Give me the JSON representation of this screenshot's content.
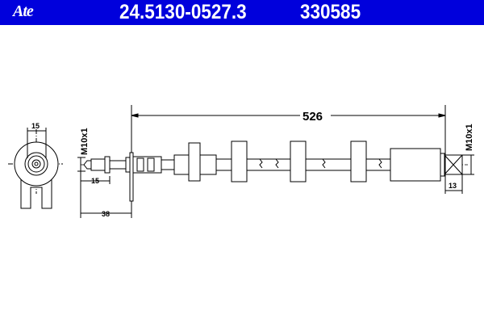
{
  "header": {
    "logo": "Ate",
    "part_number": "24.5130-0527.3",
    "code": "330585",
    "color": "#0000dc"
  },
  "drawing": {
    "length_label": "526",
    "thread_left": "M10x1",
    "thread_right": "M10x1",
    "end_width": "15",
    "fitting_length": "15",
    "bracket_offset": "38",
    "right_fitting_length": "13"
  }
}
